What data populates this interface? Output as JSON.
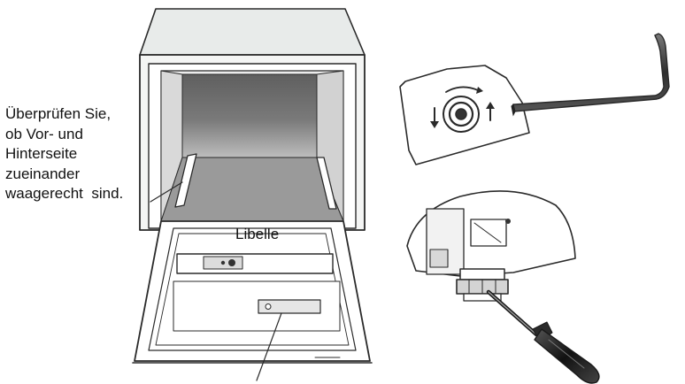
{
  "diagram": {
    "callout_lines": [
      "Überprüfen Sie,",
      "ob Vor- und",
      "Hinterseite",
      "zueinander",
      "waagerecht  sind."
    ],
    "level_label": "Libelle",
    "colors": {
      "line": "#2a2a2a",
      "cavity": "#6f6f6f",
      "cavity_light": "#b5b5b5",
      "wrench": "#3e3e3e",
      "handle": "#1d1d1d"
    },
    "icons": [
      "dishwasher-illustration",
      "adjustable-foot-detail",
      "allen-key-icon",
      "screwdriver-icon"
    ]
  }
}
